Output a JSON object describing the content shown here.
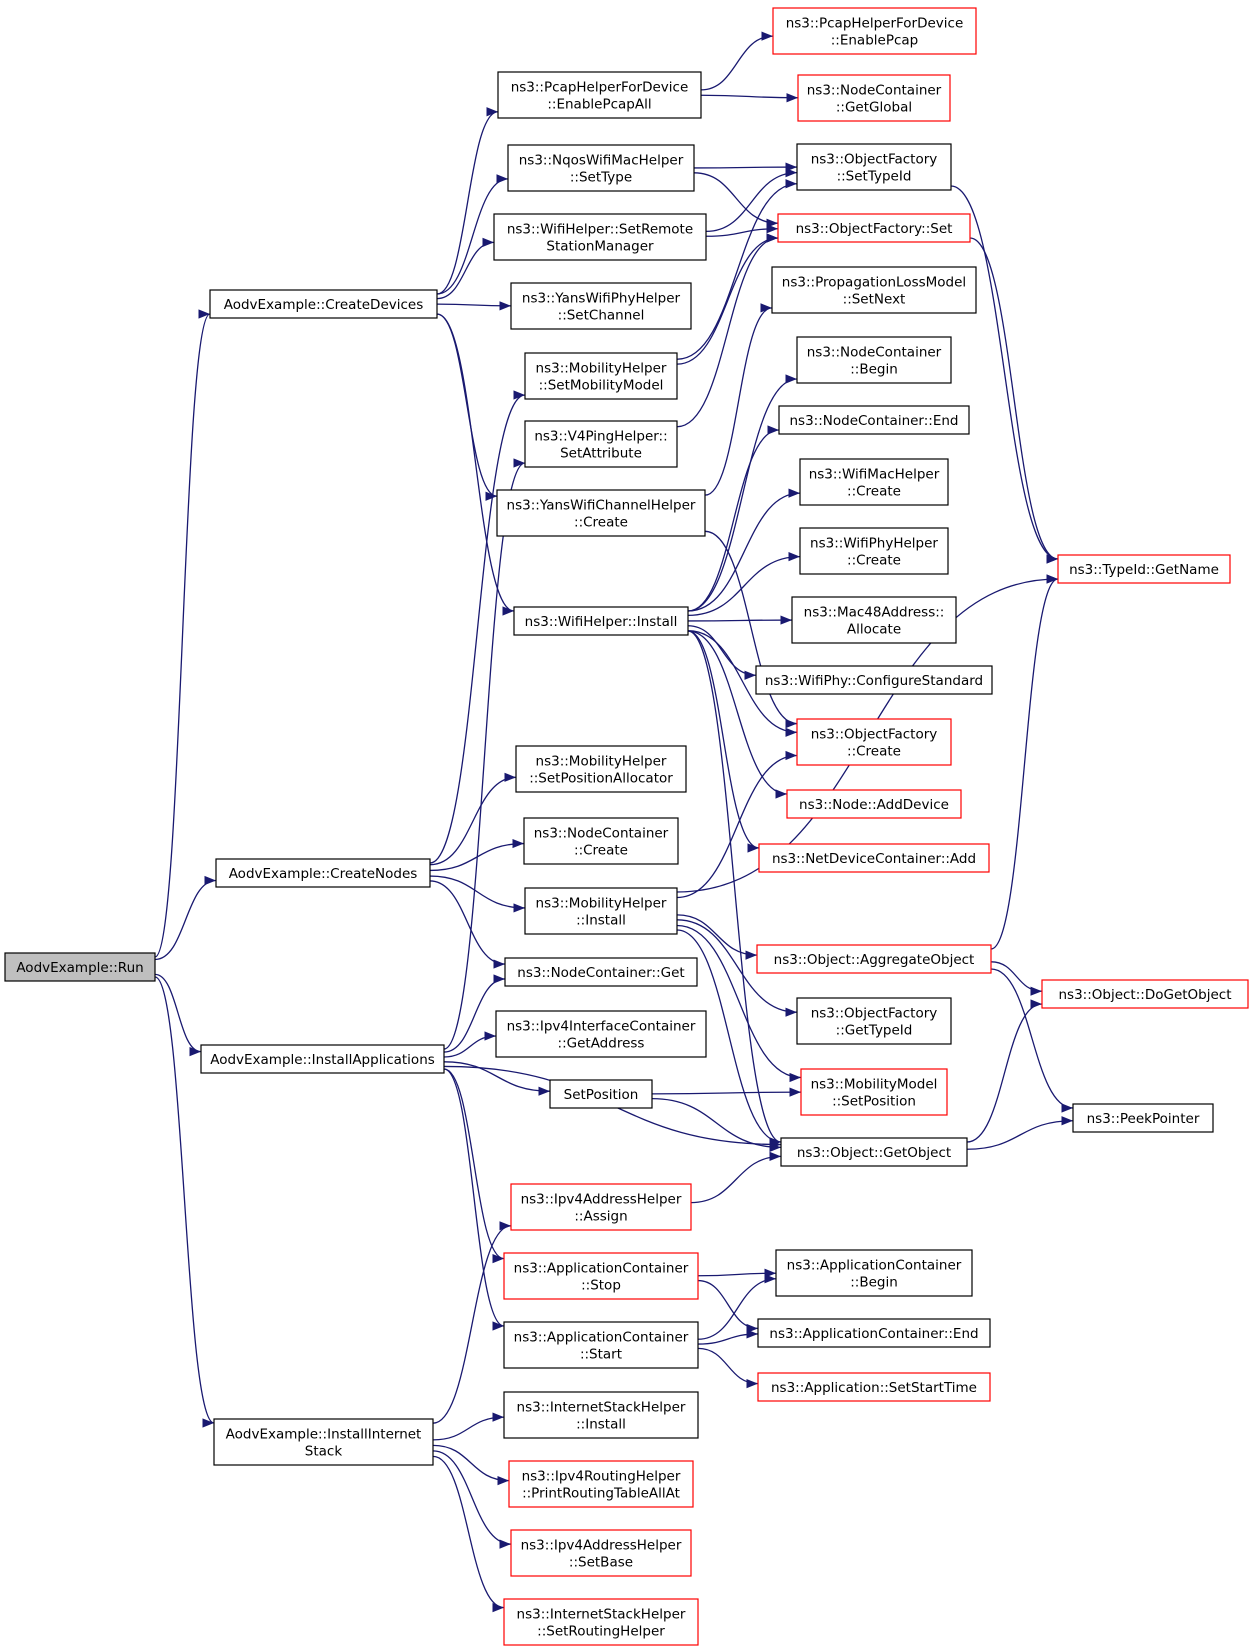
{
  "nodes": [
    {
      "id": "run",
      "lines": [
        "AodvExample::Run"
      ],
      "style": "root"
    },
    {
      "id": "createDevices",
      "lines": [
        "AodvExample::CreateDevices"
      ],
      "style": "black"
    },
    {
      "id": "createNodes",
      "lines": [
        "AodvExample::CreateNodes"
      ],
      "style": "black"
    },
    {
      "id": "installApps",
      "lines": [
        "AodvExample::InstallApplications"
      ],
      "style": "black"
    },
    {
      "id": "installStack",
      "lines": [
        "AodvExample::InstallInternet",
        "Stack"
      ],
      "style": "black"
    },
    {
      "id": "pcapAll",
      "lines": [
        "ns3::PcapHelperForDevice",
        "::EnablePcapAll"
      ],
      "style": "black"
    },
    {
      "id": "nqos",
      "lines": [
        "ns3::NqosWifiMacHelper",
        "::SetType"
      ],
      "style": "black"
    },
    {
      "id": "setRemote",
      "lines": [
        "ns3::WifiHelper::SetRemote",
        "StationManager"
      ],
      "style": "black"
    },
    {
      "id": "setChannel",
      "lines": [
        "ns3::YansWifiPhyHelper",
        "::SetChannel"
      ],
      "style": "black"
    },
    {
      "id": "setMobModel",
      "lines": [
        "ns3::MobilityHelper",
        "::SetMobilityModel"
      ],
      "style": "black"
    },
    {
      "id": "v4ping",
      "lines": [
        "ns3::V4PingHelper::",
        "SetAttribute"
      ],
      "style": "black"
    },
    {
      "id": "yansCreate",
      "lines": [
        "ns3::YansWifiChannelHelper",
        "::Create"
      ],
      "style": "black"
    },
    {
      "id": "wifiInstall",
      "lines": [
        "ns3::WifiHelper::Install"
      ],
      "style": "black"
    },
    {
      "id": "setPosAlloc",
      "lines": [
        "ns3::MobilityHelper",
        "::SetPositionAllocator"
      ],
      "style": "black"
    },
    {
      "id": "ncCreate",
      "lines": [
        "ns3::NodeContainer",
        "::Create"
      ],
      "style": "black"
    },
    {
      "id": "mobInstall",
      "lines": [
        "ns3::MobilityHelper",
        "::Install"
      ],
      "style": "black"
    },
    {
      "id": "ncGet",
      "lines": [
        "ns3::NodeContainer::Get"
      ],
      "style": "black"
    },
    {
      "id": "ipv4GetAddr",
      "lines": [
        "ns3::Ipv4InterfaceContainer",
        "::GetAddress"
      ],
      "style": "black"
    },
    {
      "id": "setPosition",
      "lines": [
        "SetPosition"
      ],
      "style": "black"
    },
    {
      "id": "ipv4Assign",
      "lines": [
        "ns3::Ipv4AddressHelper",
        "::Assign"
      ],
      "style": "red"
    },
    {
      "id": "appStop",
      "lines": [
        "ns3::ApplicationContainer",
        "::Stop"
      ],
      "style": "red"
    },
    {
      "id": "appStart",
      "lines": [
        "ns3::ApplicationContainer",
        "::Start"
      ],
      "style": "black"
    },
    {
      "id": "ishInstall",
      "lines": [
        "ns3::InternetStackHelper",
        "::Install"
      ],
      "style": "black"
    },
    {
      "id": "printRT",
      "lines": [
        "ns3::Ipv4RoutingHelper",
        "::PrintRoutingTableAllAt"
      ],
      "style": "red"
    },
    {
      "id": "setBase",
      "lines": [
        "ns3::Ipv4AddressHelper",
        "::SetBase"
      ],
      "style": "red"
    },
    {
      "id": "setRouting",
      "lines": [
        "ns3::InternetStackHelper",
        "::SetRoutingHelper"
      ],
      "style": "red"
    },
    {
      "id": "enablePcap",
      "lines": [
        "ns3::PcapHelperForDevice",
        "::EnablePcap"
      ],
      "style": "red"
    },
    {
      "id": "getGlobal",
      "lines": [
        "ns3::NodeContainer",
        "::GetGlobal"
      ],
      "style": "red"
    },
    {
      "id": "ofSetTypeId",
      "lines": [
        "ns3::ObjectFactory",
        "::SetTypeId"
      ],
      "style": "black"
    },
    {
      "id": "ofSet",
      "lines": [
        "ns3::ObjectFactory::Set"
      ],
      "style": "red"
    },
    {
      "id": "plmSetNext",
      "lines": [
        "ns3::PropagationLossModel",
        "::SetNext"
      ],
      "style": "black"
    },
    {
      "id": "ncBegin",
      "lines": [
        "ns3::NodeContainer",
        "::Begin"
      ],
      "style": "black"
    },
    {
      "id": "ncEnd",
      "lines": [
        "ns3::NodeContainer::End"
      ],
      "style": "black"
    },
    {
      "id": "wmhCreate",
      "lines": [
        "ns3::WifiMacHelper",
        "::Create"
      ],
      "style": "black"
    },
    {
      "id": "wphCreate",
      "lines": [
        "ns3::WifiPhyHelper",
        "::Create"
      ],
      "style": "black"
    },
    {
      "id": "mac48",
      "lines": [
        "ns3::Mac48Address::",
        "Allocate"
      ],
      "style": "black"
    },
    {
      "id": "confStd",
      "lines": [
        "ns3::WifiPhy::ConfigureStandard"
      ],
      "style": "black"
    },
    {
      "id": "ofCreate",
      "lines": [
        "ns3::ObjectFactory",
        "::Create"
      ],
      "style": "red"
    },
    {
      "id": "addDevice",
      "lines": [
        "ns3::Node::AddDevice"
      ],
      "style": "red"
    },
    {
      "id": "ndcAdd",
      "lines": [
        "ns3::NetDeviceContainer::Add"
      ],
      "style": "red"
    },
    {
      "id": "aggObj",
      "lines": [
        "ns3::Object::AggregateObject"
      ],
      "style": "red"
    },
    {
      "id": "ofGetTypeId",
      "lines": [
        "ns3::ObjectFactory",
        "::GetTypeId"
      ],
      "style": "black"
    },
    {
      "id": "mmSetPos",
      "lines": [
        "ns3::MobilityModel",
        "::SetPosition"
      ],
      "style": "red"
    },
    {
      "id": "getObject",
      "lines": [
        "ns3::Object::GetObject"
      ],
      "style": "black"
    },
    {
      "id": "acBegin",
      "lines": [
        "ns3::ApplicationContainer",
        "::Begin"
      ],
      "style": "black"
    },
    {
      "id": "acEnd",
      "lines": [
        "ns3::ApplicationContainer::End"
      ],
      "style": "black"
    },
    {
      "id": "setStartTime",
      "lines": [
        "ns3::Application::SetStartTime"
      ],
      "style": "red"
    },
    {
      "id": "getName",
      "lines": [
        "ns3::TypeId::GetName"
      ],
      "style": "red"
    },
    {
      "id": "doGetObject",
      "lines": [
        "ns3::Object::DoGetObject"
      ],
      "style": "red"
    },
    {
      "id": "peekPointer",
      "lines": [
        "ns3::PeekPointer"
      ],
      "style": "black"
    }
  ],
  "edges": [
    [
      "run",
      "createDevices"
    ],
    [
      "run",
      "createNodes"
    ],
    [
      "run",
      "installApps"
    ],
    [
      "run",
      "installStack"
    ],
    [
      "createDevices",
      "pcapAll"
    ],
    [
      "createDevices",
      "nqos"
    ],
    [
      "createDevices",
      "setRemote"
    ],
    [
      "createDevices",
      "setChannel"
    ],
    [
      "createDevices",
      "yansCreate"
    ],
    [
      "createDevices",
      "wifiInstall"
    ],
    [
      "pcapAll",
      "enablePcap"
    ],
    [
      "pcapAll",
      "getGlobal"
    ],
    [
      "nqos",
      "ofSetTypeId"
    ],
    [
      "nqos",
      "ofSet"
    ],
    [
      "setRemote",
      "ofSetTypeId"
    ],
    [
      "setRemote",
      "ofSet"
    ],
    [
      "setMobModel",
      "ofSetTypeId"
    ],
    [
      "setMobModel",
      "ofSet"
    ],
    [
      "v4ping",
      "ofSet"
    ],
    [
      "yansCreate",
      "plmSetNext"
    ],
    [
      "yansCreate",
      "ofCreate"
    ],
    [
      "wifiInstall",
      "ncBegin"
    ],
    [
      "wifiInstall",
      "ncEnd"
    ],
    [
      "wifiInstall",
      "wmhCreate"
    ],
    [
      "wifiInstall",
      "wphCreate"
    ],
    [
      "wifiInstall",
      "mac48"
    ],
    [
      "wifiInstall",
      "confStd"
    ],
    [
      "wifiInstall",
      "ofCreate"
    ],
    [
      "wifiInstall",
      "addDevice"
    ],
    [
      "wifiInstall",
      "ndcAdd"
    ],
    [
      "wifiInstall",
      "getObject"
    ],
    [
      "createNodes",
      "setPosAlloc"
    ],
    [
      "createNodes",
      "ncCreate"
    ],
    [
      "createNodes",
      "mobInstall"
    ],
    [
      "createNodes",
      "ncGet"
    ],
    [
      "createNodes",
      "setMobModel"
    ],
    [
      "mobInstall",
      "ofCreate"
    ],
    [
      "mobInstall",
      "getName"
    ],
    [
      "mobInstall",
      "aggObj"
    ],
    [
      "mobInstall",
      "ofGetTypeId"
    ],
    [
      "mobInstall",
      "mmSetPos"
    ],
    [
      "mobInstall",
      "getObject"
    ],
    [
      "installApps",
      "v4ping"
    ],
    [
      "installApps",
      "ncGet"
    ],
    [
      "installApps",
      "ipv4GetAddr"
    ],
    [
      "installApps",
      "setPosition"
    ],
    [
      "installApps",
      "getObject"
    ],
    [
      "installApps",
      "appStop"
    ],
    [
      "installApps",
      "appStart"
    ],
    [
      "setPosition",
      "mmSetPos"
    ],
    [
      "setPosition",
      "getObject"
    ],
    [
      "installStack",
      "ipv4Assign"
    ],
    [
      "installStack",
      "ishInstall"
    ],
    [
      "installStack",
      "printRT"
    ],
    [
      "installStack",
      "setBase"
    ],
    [
      "installStack",
      "setRouting"
    ],
    [
      "ipv4Assign",
      "getObject"
    ],
    [
      "appStop",
      "acBegin"
    ],
    [
      "appStop",
      "acEnd"
    ],
    [
      "appStart",
      "acBegin"
    ],
    [
      "appStart",
      "acEnd"
    ],
    [
      "appStart",
      "setStartTime"
    ],
    [
      "ofSetTypeId",
      "getName"
    ],
    [
      "ofSet",
      "getName"
    ],
    [
      "aggObj",
      "getName"
    ],
    [
      "aggObj",
      "doGetObject"
    ],
    [
      "aggObj",
      "peekPointer"
    ],
    [
      "getObject",
      "doGetObject"
    ],
    [
      "getObject",
      "peekPointer"
    ]
  ]
}
